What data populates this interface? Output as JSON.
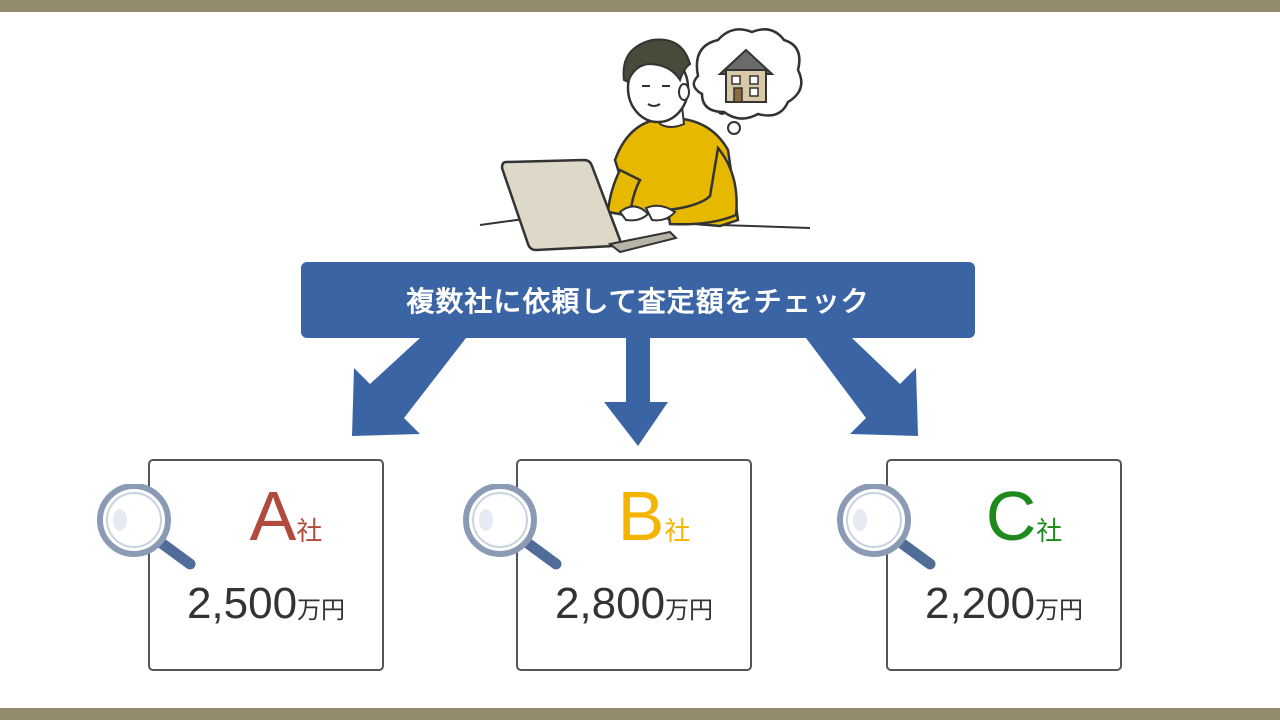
{
  "colors": {
    "band": "#938b6b",
    "banner": "#3a64a3",
    "arrow": "#3a64a3",
    "company_a": "#b04a3c",
    "company_b": "#f4b400",
    "company_c": "#1e8a1e",
    "sweater": "#e6b800",
    "magnifier_rim": "#8c9bb5",
    "magnifier_handle": "#4f6d98"
  },
  "banner": {
    "text": "複数社に依頼して査定額をチェック"
  },
  "illustration": {
    "person_icon": "person-at-laptop-icon",
    "thought_icon": "house-icon"
  },
  "companies": [
    {
      "letter": "A",
      "suffix": "社",
      "price": "2,500",
      "unit": "万円",
      "icon": "magnifier-icon"
    },
    {
      "letter": "B",
      "suffix": "社",
      "price": "2,800",
      "unit": "万円",
      "icon": "magnifier-icon"
    },
    {
      "letter": "C",
      "suffix": "社",
      "price": "2,200",
      "unit": "万円",
      "icon": "magnifier-icon"
    }
  ]
}
